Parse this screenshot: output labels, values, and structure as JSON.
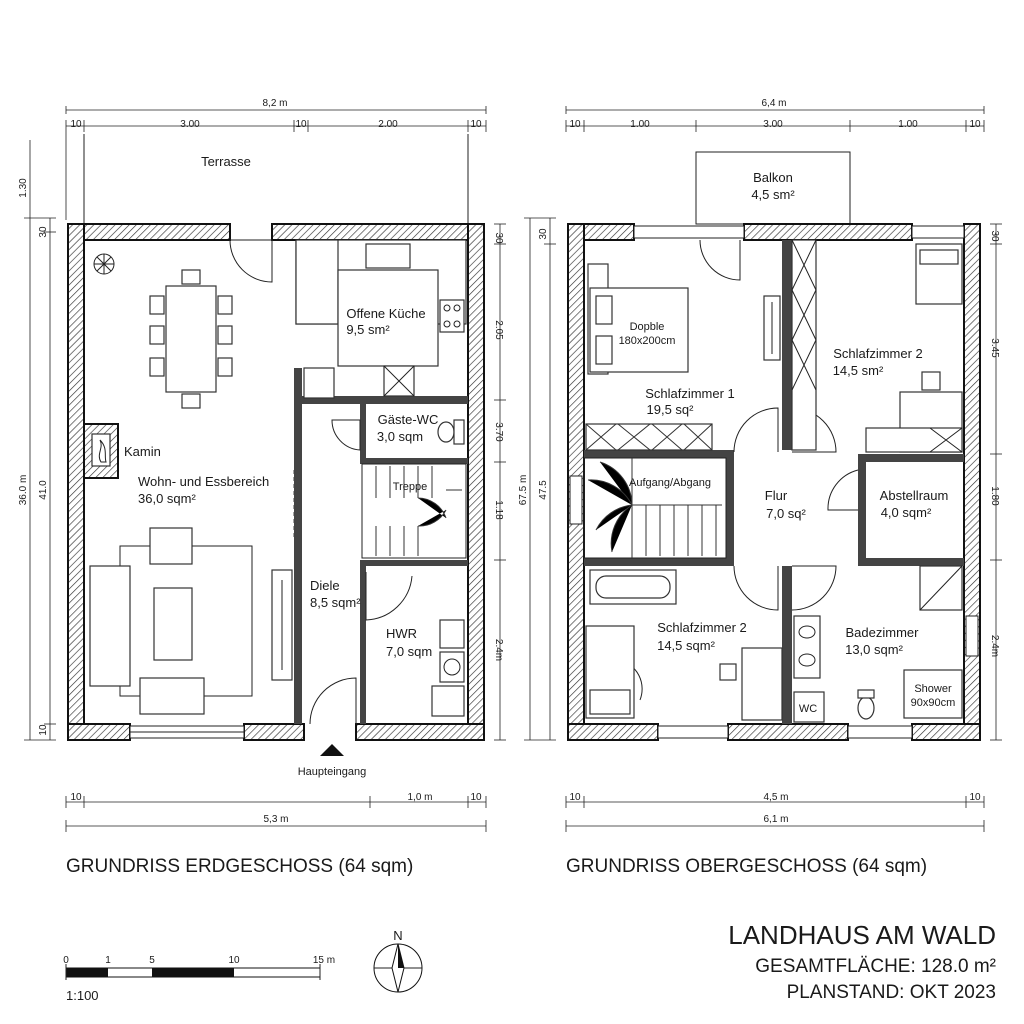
{
  "ground_floor": {
    "title": "GRUNDRISS ERDGESCHOSS (64 sqm)",
    "dims_top": {
      "total": "8,2 m",
      "seg_a": "10",
      "seg_b": "3.00",
      "seg_c": "10",
      "seg_d": "2.00",
      "seg_e": "10"
    },
    "dims_left": {
      "a": "1.30",
      "b": "30",
      "c": "36.0 m",
      "d": "41.0",
      "e": "10"
    },
    "dims_right": {
      "a": "30",
      "b": "2.05",
      "c": "3.70",
      "d": "1.18",
      "e": "2.4m"
    },
    "dims_bottom": {
      "a": "10",
      "b": "1,0 m",
      "c": "10",
      "total": "5,3 m"
    },
    "terrace": "Terrasse",
    "kitchen": {
      "name": "Offene Küche",
      "area": "9,5 sm²"
    },
    "wc": {
      "name": "Gäste-WC",
      "area": "3,0 sqm"
    },
    "fireplace": "Kamin",
    "living": {
      "name": "Wohn- und Essbereich",
      "area": "36,0 sqm²"
    },
    "stairs": "Treppe",
    "hall": {
      "name": "Diele",
      "area": "8,5 sqm²"
    },
    "utility": {
      "name": "HWR",
      "area": "7,0 sqm"
    },
    "entrance": "Haupteingang"
  },
  "upper_floor": {
    "title": "GRUNDRISS OBERGESCHOSS (64 sqm)",
    "dims_top": {
      "total": "6,4 m",
      "seg_a": "10",
      "seg_b": "1.00",
      "seg_c": "3.00",
      "seg_d": "1.00",
      "seg_e": "10"
    },
    "dims_left": {
      "a": "30",
      "b": "67.5 m",
      "c": "47.5"
    },
    "dims_right": {
      "a": "30",
      "b": "3.45",
      "c": "1.80",
      "d": "2.4m"
    },
    "dims_bottom": {
      "a": "10",
      "b": "4,5 m",
      "c": "10",
      "total": "6,1 m"
    },
    "balcony": {
      "name": "Balkon",
      "area": "4,5 sm²"
    },
    "bed_label": "Dopble",
    "bed_size": "180x200cm",
    "bedroom1": {
      "name": "Schlafzimmer 1",
      "area": "19,5 sq²"
    },
    "bedroom2": {
      "name": "Schlafzimmer 2",
      "area": "14,5 sm²"
    },
    "stairs": "Aufgang/Abgang",
    "hall": {
      "name": "Flur",
      "area": "7,0 sq²"
    },
    "storage": {
      "name": "Abstellraum",
      "area": "4,0 sqm²"
    },
    "bedroom3": {
      "name": "Schlafzimmer 2",
      "area": "14,5 sqm²"
    },
    "bath": {
      "name": "Badezimmer",
      "area": "13,0 sqm²"
    },
    "wc_label": "WC",
    "shower": "Shower",
    "shower_size": "90x90cm"
  },
  "scale_bar": {
    "l0": "0",
    "l1": "1",
    "l5": "5",
    "l10": "10",
    "l15": "15 m",
    "ratio": "1:100"
  },
  "north": "N",
  "project": {
    "name": "LANDHAUS AM WALD",
    "area": "GESAMTFLÄCHE: 128.0 m²",
    "date": "PLANSTAND: OKT 2023"
  }
}
